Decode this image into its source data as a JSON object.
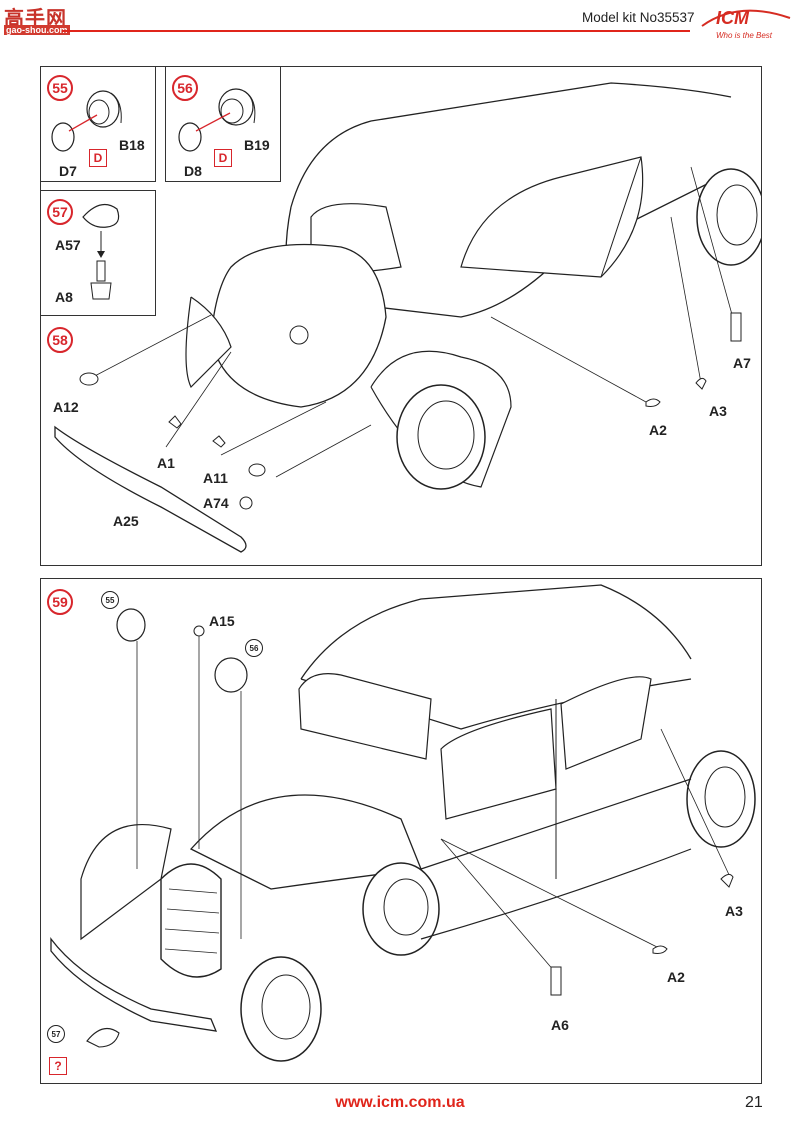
{
  "header": {
    "watermark_title": "高手网",
    "watermark_sub": "gao-shou.com",
    "title": "Model kit No35537",
    "logo_text": "ICM",
    "logo_tagline": "Who is the Best"
  },
  "steps": {
    "s55": {
      "number": "55",
      "parts": [
        "D7",
        "B18"
      ],
      "mark": "D"
    },
    "s56": {
      "number": "56",
      "parts": [
        "D8",
        "B19"
      ],
      "mark": "D"
    },
    "s57": {
      "number": "57",
      "parts": [
        "A57",
        "A8"
      ]
    },
    "s58": {
      "number": "58",
      "parts": [
        "A12",
        "A1",
        "A11",
        "A74",
        "A25",
        "A2",
        "A3",
        "A7"
      ]
    },
    "s59": {
      "number": "59",
      "parts": [
        "A15",
        "A3",
        "A2",
        "A6"
      ],
      "refs": [
        "55",
        "56",
        "57"
      ],
      "mark": "?"
    }
  },
  "footer": {
    "url": "www.icm.com.ua",
    "page": "21"
  },
  "colors": {
    "accent_red": "#e0251b",
    "line": "#222222"
  }
}
